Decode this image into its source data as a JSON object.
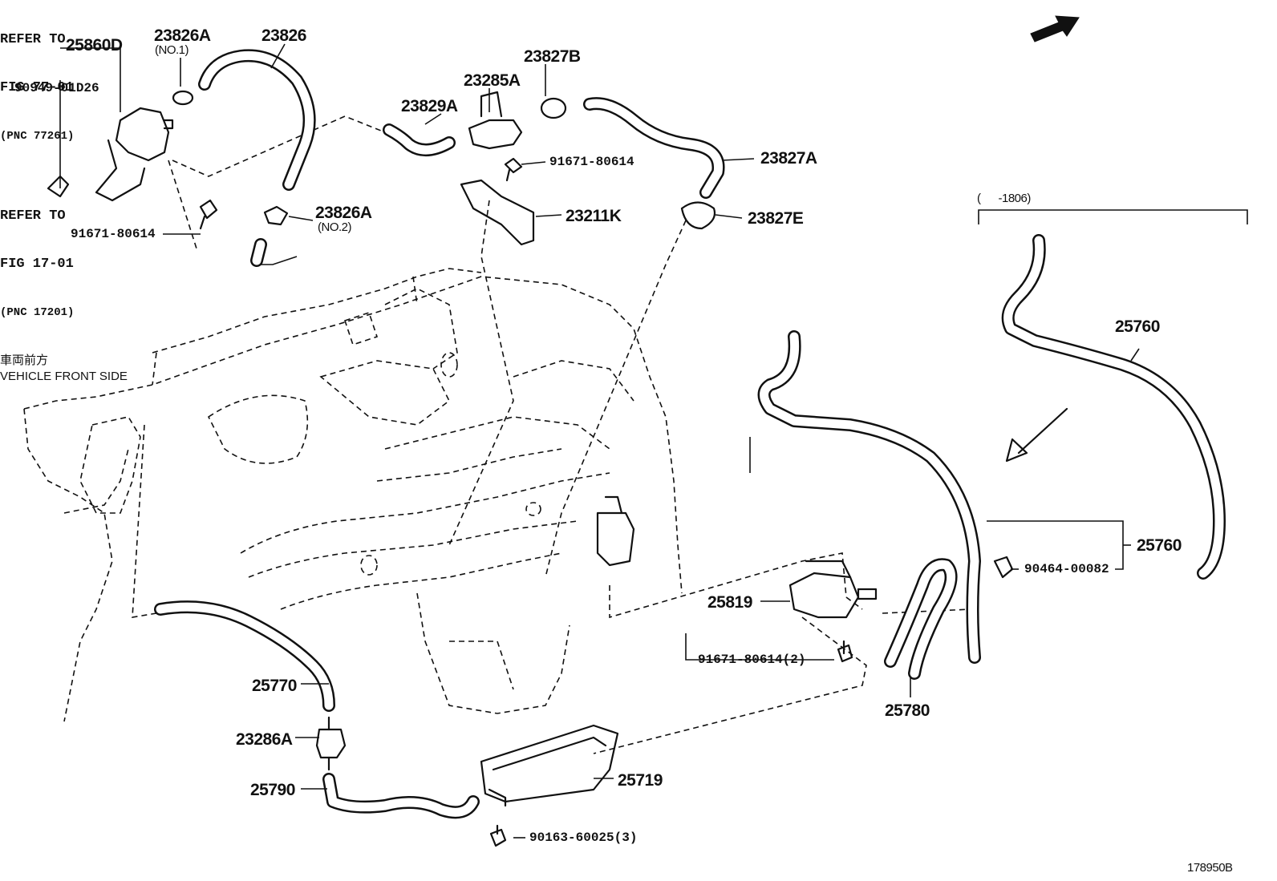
{
  "diagram": {
    "figure_id": "178950B",
    "front_indicator": {
      "japanese": "車両前方",
      "english": "VEHICLE FRONT SIDE"
    },
    "date_range_note": "(      -1806)",
    "parts": {
      "p25860D": "25860D",
      "p23826A_1": "23826A",
      "p23826A_1_note": "(NO.1)",
      "p23826": "23826",
      "p90949": "90949-01D26",
      "p91671_a": "91671-80614",
      "p23826A_2": "23826A",
      "p23826A_2_note": "(NO.2)",
      "p23827B": "23827B",
      "p23285A": "23285A",
      "p23829A": "23829A",
      "p91671_b": "91671-80614",
      "p23827A": "23827A",
      "p23211K": "23211K",
      "p23827E": "23827E",
      "p25760_top": "25760",
      "p25760_mid": "25760",
      "p90464": "90464-00082",
      "p25819": "25819",
      "p91671_c": "91671-80614(2)",
      "p25780": "25780",
      "p25770": "25770",
      "p23286A": "23286A",
      "p25790": "25790",
      "p25719": "25719",
      "p90163": "90163-60025(3)"
    },
    "refer_1": {
      "line1": "REFER TO",
      "line2": "FIG 77-01",
      "line3": "(PNC 77261)"
    },
    "refer_2": {
      "line1": "REFER TO",
      "line2": "FIG 17-01",
      "line3": "(PNC 17201)"
    }
  }
}
